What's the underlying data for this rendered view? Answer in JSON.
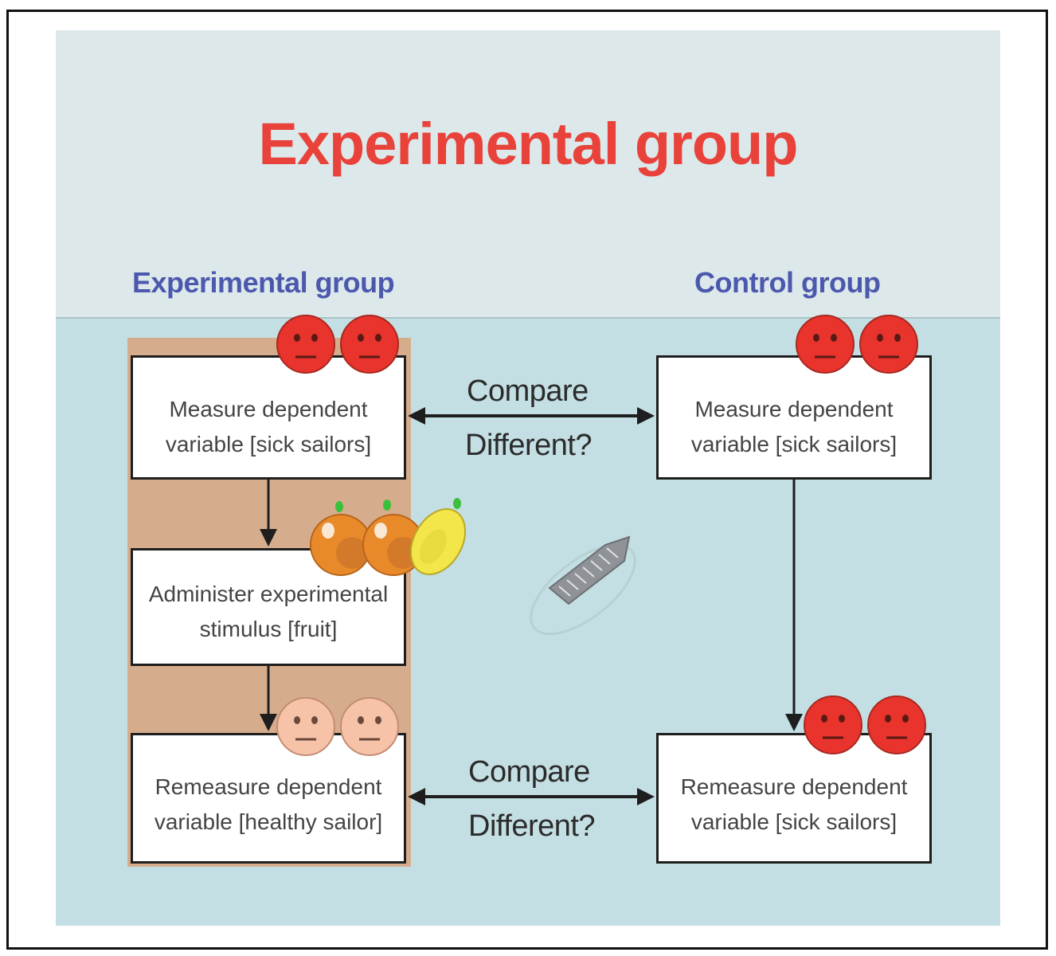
{
  "title": "Experimental group",
  "groups": {
    "experimental_label": "Experimental group",
    "control_label": "Control group"
  },
  "experimental_steps": [
    {
      "line1": "Measure dependent",
      "line2": "variable [sick sailors]"
    },
    {
      "line1": "Administer experimental",
      "line2": "stimulus [fruit]"
    },
    {
      "line1": "Remeasure dependent",
      "line2": "variable [healthy sailor]"
    }
  ],
  "control_steps": [
    {
      "line1": "Measure dependent",
      "line2": "variable [sick sailors]"
    },
    {
      "line1": "Remeasure dependent",
      "line2": "variable [sick sailors]"
    }
  ],
  "comparisons": [
    {
      "top": "Compare",
      "bottom": "Different?"
    },
    {
      "top": "Compare",
      "bottom": "Different?"
    }
  ],
  "colors": {
    "title": "#e8423a",
    "group_label": "#4c58ad",
    "sick_face": "#e8342c",
    "healthy_face": "#f6c2a8",
    "highlight": "#d6ad8c",
    "background": "#c4dfe3"
  },
  "icons": [
    "sick-face-icon",
    "healthy-face-icon",
    "orange-icon",
    "lemon-icon",
    "ship-icon"
  ]
}
